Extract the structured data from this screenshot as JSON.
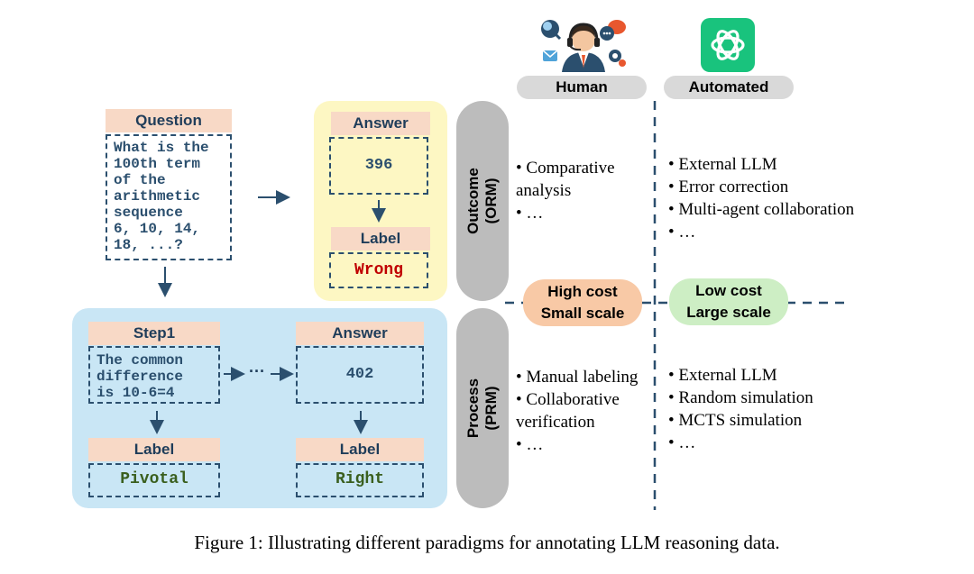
{
  "columns": {
    "human": "Human",
    "automated": "Automated"
  },
  "rows": {
    "outcome": "Outcome\n(ORM)",
    "process": "Process\n(PRM)"
  },
  "question": {
    "header": "Question",
    "text": "What is the\n100th term\nof the\narithmetic\nsequence\n6, 10, 14,\n18, ...?"
  },
  "outcome_panel": {
    "answer_header": "Answer",
    "answer_value": "396",
    "label_header": "Label",
    "label_value": "Wrong"
  },
  "process_panel": {
    "step_header": "Step1",
    "step_text": "The common\ndifference\nis 10-6=4",
    "ellipsis": "···",
    "answer_header": "Answer",
    "answer_value": "402",
    "step_label_header": "Label",
    "step_label_value": "Pivotal",
    "answer_label_header": "Label",
    "answer_label_value": "Right"
  },
  "human_outcome": [
    "• Comparative",
    "analysis",
    "• …"
  ],
  "auto_outcome": [
    "• External LLM",
    "• Error correction",
    "• Multi-agent collaboration",
    "• …"
  ],
  "human_process": [
    "• Manual labeling",
    "• Collaborative",
    "verification",
    "• …"
  ],
  "auto_process": [
    "• External LLM",
    "• Random simulation",
    "• MCTS simulation",
    "• …"
  ],
  "human_badge": {
    "line1": "High cost",
    "line2": "Small scale"
  },
  "auto_badge": {
    "line1": "Low cost",
    "line2": "Large scale"
  },
  "caption": "Figure 1: Illustrating different paradigms for annotating LLM reasoning data.",
  "colors": {
    "navy": "#2b4f6e",
    "header_fill": "#f8d9c6",
    "yellow_panel": "#fdf7c3",
    "blue_panel": "#c9e6f5",
    "wrong_red": "#c00000",
    "right_green": "#3a5f1e",
    "high_cost_fill": "#f8c9a6",
    "low_cost_fill": "#cdeec4",
    "chatgpt_green": "#19c37d"
  },
  "icons": {
    "human": "customer-support-agent-icon",
    "automated": "chatgpt-logo-icon"
  }
}
